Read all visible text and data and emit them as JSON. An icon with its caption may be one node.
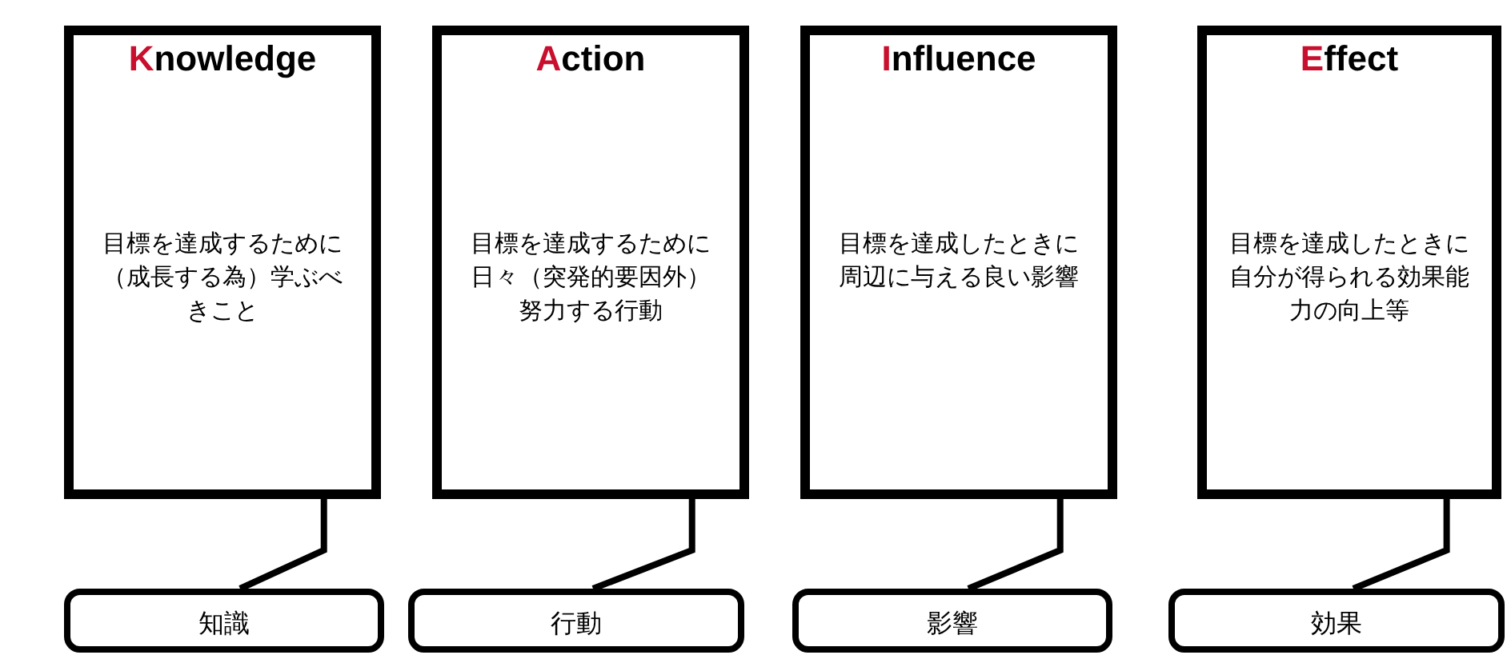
{
  "diagram": {
    "nodes": [
      {
        "text": [
          "Knowledge",
          "目標を達成するために（成長する為）学ぶべきこと"
        ]
      },
      {
        "text": [
          "Action",
          "目標を達成するために日々（突発的要因外）努力する行動"
        ]
      },
      {
        "text": [
          "Influence",
          "目標を達成したときに周辺に与える良い影響"
        ]
      },
      {
        "text": [
          "Effect",
          "目標を達成したときに自分が得られる効果能力の向上等"
        ]
      },
      {
        "text": [
          "知識"
        ]
      },
      {
        "text": [
          "行動"
        ]
      },
      {
        "text": [
          "影響"
        ]
      },
      {
        "text": [
          "効果"
        ]
      }
    ],
    "edges": [
      {
        "from": 4,
        "to": 0,
        "arrow": "none"
      },
      {
        "from": 5,
        "to": 1,
        "arrow": "none"
      },
      {
        "from": 6,
        "to": 2,
        "arrow": "none"
      },
      {
        "from": 7,
        "to": 3,
        "arrow": "none"
      }
    ]
  }
}
